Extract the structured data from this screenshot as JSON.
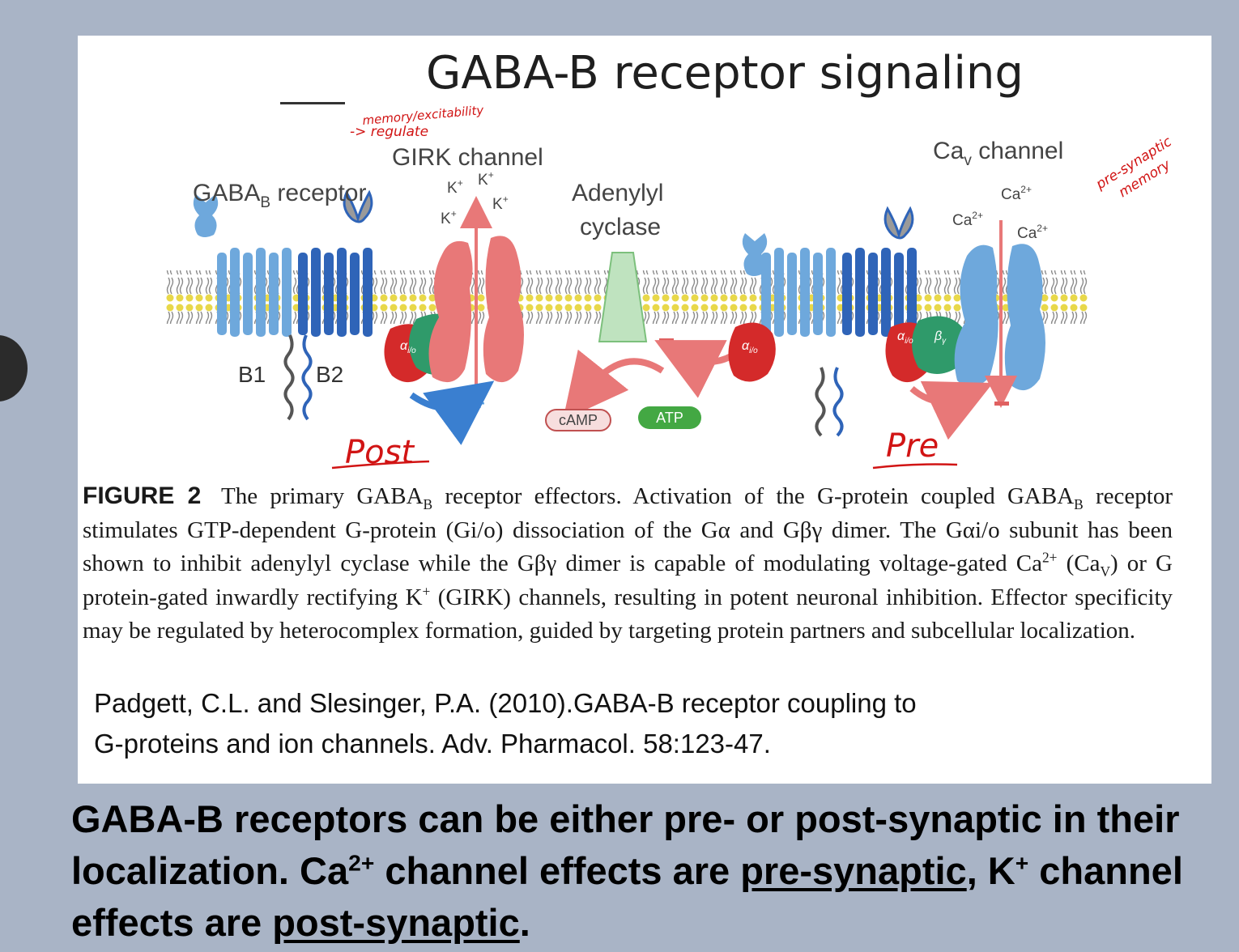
{
  "slide": {
    "title": "GABA-B receptor signaling"
  },
  "diagram": {
    "labels": {
      "girk": "GIRK channel",
      "gabab_main": "GABA",
      "gabab_sub": "B",
      "gabab_tail": " receptor",
      "adenylyl_1": "Adenylyl",
      "adenylyl_2": "cyclase",
      "cav_main": "Ca",
      "cav_sub": "v",
      "cav_tail": " channel",
      "b1": "B1",
      "b2": "B2",
      "camp": "cAMP",
      "atp": "ATP",
      "k_ion": "K",
      "ca_ion": "Ca",
      "alpha_io": "α",
      "io_sub": "i/o",
      "beta_gamma": "β",
      "gamma_sub": "γ"
    },
    "annotations": {
      "regulate": "-> regulate",
      "memory_excitability": "memory/excitability",
      "pre_synaptic": "pre-synaptic",
      "memory": "memory",
      "post": "Post",
      "pre": "Pre"
    },
    "colors": {
      "receptor_light": "#6ea8dc",
      "receptor_dark": "#2f64b8",
      "galpha": "#d42a2a",
      "gbetagamma": "#2f9a6a",
      "girk": "#e87878",
      "adenylyl": "#bfe3bf",
      "cav": "#6ea8dc",
      "ink": "#d11414",
      "membrane": "#e8d84a"
    }
  },
  "caption": {
    "label": "FIGURE 2",
    "part1": "The primary GABA",
    "sub_b1": "B",
    "part2": " receptor effectors. Activation of the G-protein coupled GABA",
    "sub_b2": "B",
    "part3": " receptor stimulates GTP-dependent G-protein (Gi/o) dissociation of the Gα and Gβγ dimer. The Gαi/o subunit has been shown to inhibit adenylyl cyclase while the Gβγ dimer is capable of modulating voltage-gated Ca",
    "sup_2plus": "2+",
    "part4": " (Ca",
    "sub_v": "V",
    "part5": ") or G protein-gated inwardly rectifying K",
    "sup_plus": "+",
    "part6": " (GIRK) channels, resulting in potent neuronal inhibition. Effector specificity may be regulated by heterocomplex formation, guided by targeting protein partners and subcellular localization."
  },
  "citation": {
    "line1": "Padgett, C.L. and  Slesinger, P.A. (2010).GABA-B receptor coupling to",
    "line2": "G-proteins and ion channels.  Adv. Pharmacol. 58:123-47."
  },
  "summary": {
    "part1": "GABA-B receptors can be either pre- or post-synaptic in their localization. Ca",
    "sup1": "2+",
    "part2": " channel effects are ",
    "pre_link": "pre-synaptic",
    "part3": ", K",
    "sup2": "+",
    "part4": " channel effects are ",
    "post_link": "post-synaptic",
    "part5": "."
  }
}
